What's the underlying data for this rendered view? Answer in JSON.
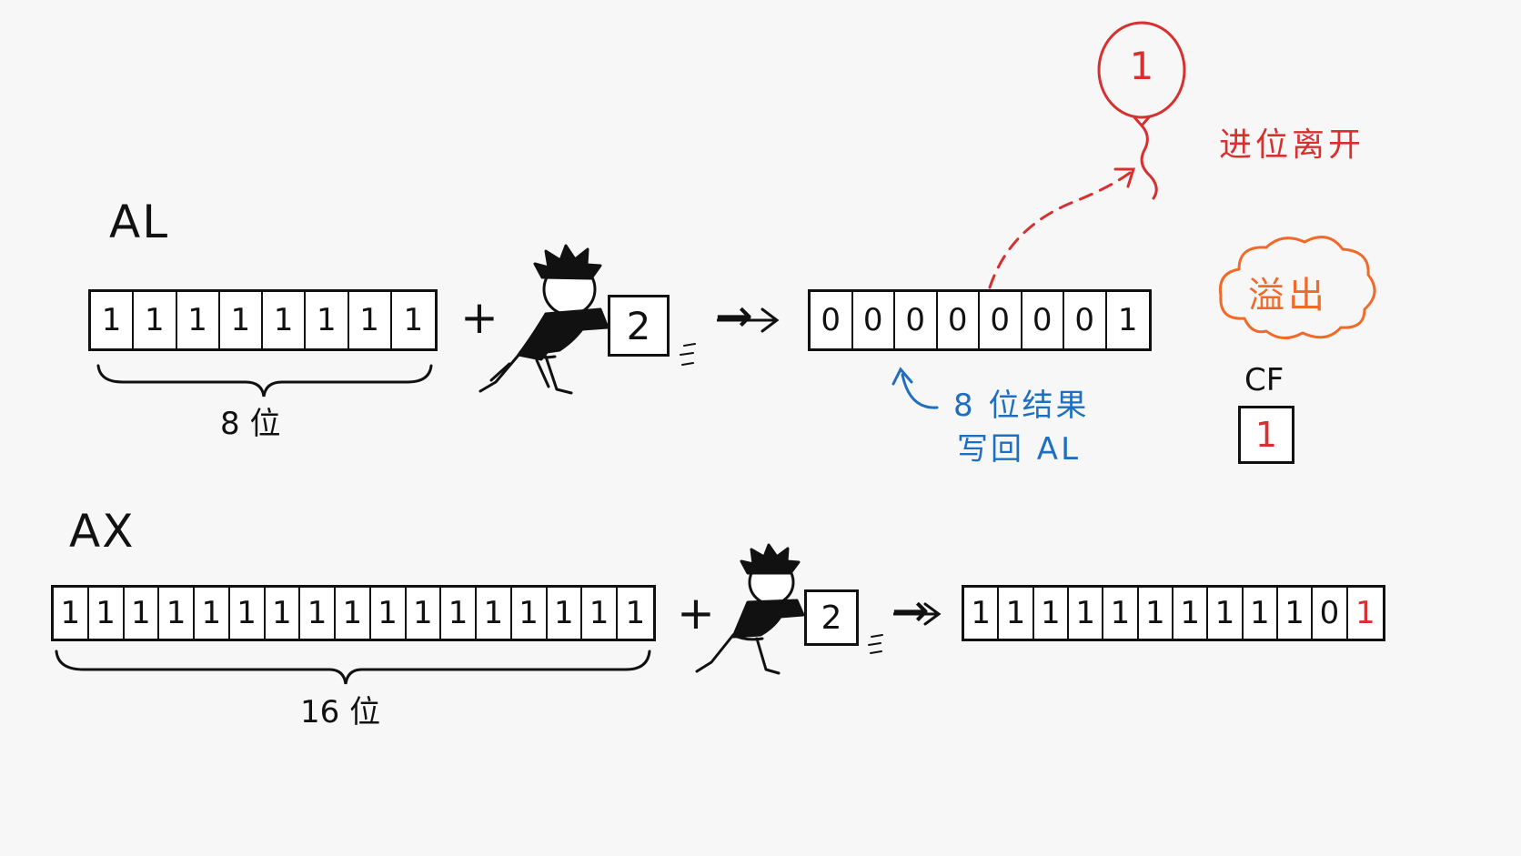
{
  "al": {
    "label": "AL",
    "bits": [
      "1",
      "1",
      "1",
      "1",
      "1",
      "1",
      "1",
      "1"
    ],
    "size_label": "8 位",
    "plus": "+",
    "operand": "2",
    "arrow": "→",
    "result_bits": [
      "0",
      "0",
      "0",
      "0",
      "0",
      "0",
      "0",
      "1"
    ]
  },
  "balloon": {
    "value": "1",
    "caption": "进位离开"
  },
  "overflow": {
    "label": "溢出"
  },
  "cf": {
    "label": "CF",
    "value": "1"
  },
  "writeback": {
    "line1": "8 位结果",
    "line2": "写回 AL"
  },
  "ax": {
    "label": "AX",
    "bits": [
      "1",
      "1",
      "1",
      "1",
      "1",
      "1",
      "1",
      "1",
      "1",
      "1",
      "1",
      "1",
      "1",
      "1",
      "1",
      "1",
      "1"
    ],
    "size_label": "16 位",
    "plus": "+",
    "operand": "2",
    "arrow": "→",
    "result_bits": [
      "1",
      "1",
      "1",
      "1",
      "1",
      "1",
      "1",
      "1",
      "1",
      "1",
      "0",
      "1"
    ],
    "result_highlight_index": 11
  },
  "colors": {
    "red": "#d63030",
    "blue": "#1f6fc0",
    "orange": "#f06a2a",
    "ink": "#111111"
  }
}
